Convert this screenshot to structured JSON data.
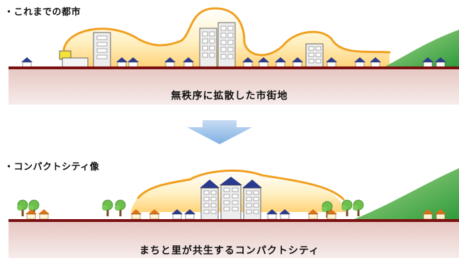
{
  "sections": {
    "current_city": {
      "heading": "・これまでの都市",
      "ground_label": "無秩序に拡散した市街地"
    },
    "compact_city": {
      "heading": "・コンパクトシティ像",
      "ground_label": "まちと里が共生するコンパクトシティ"
    }
  },
  "colors": {
    "ground_top": "#7a1010",
    "ground_fill": "#ecd5d2",
    "outline_orange": "#f0a020",
    "glow_yellow": "#fff3b0",
    "roof_navy": "#2a3b8f",
    "roof_orange": "#d9731a",
    "hill_green": "#4caf50",
    "tree_green": "#6cbf4a",
    "arrow_blue": "#9cc4ea"
  }
}
